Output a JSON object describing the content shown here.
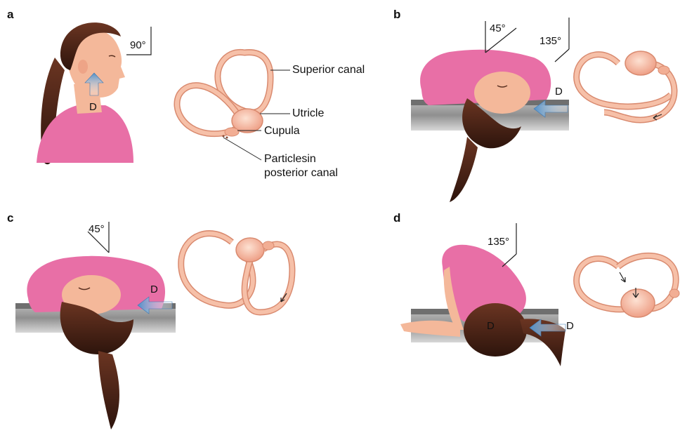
{
  "panels": [
    {
      "letter": "a",
      "angle": "90°",
      "direction": "D"
    },
    {
      "letter": "b",
      "angle_head": "45°",
      "angle_tilt": "135°",
      "direction": "D"
    },
    {
      "letter": "c",
      "angle_head": "45°",
      "direction": "D"
    },
    {
      "letter": "d",
      "angle_tilt": "135°",
      "direction_head": "D",
      "direction": "D"
    }
  ],
  "labyrinth_labels": {
    "superior_canal": "Superior canal",
    "utricle": "Utricle",
    "cupula": "Cupula",
    "particles_line1": "Particlesin",
    "particles_line2": "posterior canal"
  },
  "colors": {
    "skin": "#f4b89a",
    "shirt": "#e86fa6",
    "hair": "#4a2417",
    "canal": "#f6c0a8",
    "canal_stroke": "#d98a6f",
    "table": "#9a9a9a",
    "arrow": "#4f8fc9"
  }
}
